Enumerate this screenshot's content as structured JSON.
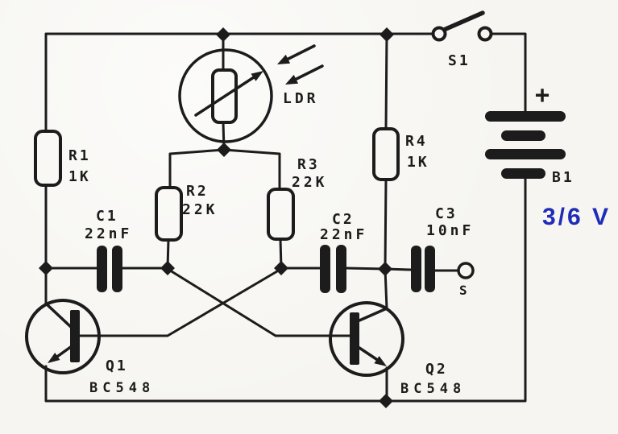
{
  "components": {
    "r1": {
      "ref": "R1",
      "value": "1K"
    },
    "r2": {
      "ref": "R2",
      "value": "22K"
    },
    "r3": {
      "ref": "R3",
      "value": "22K"
    },
    "r4": {
      "ref": "R4",
      "value": "1K"
    },
    "c1": {
      "ref": "C1",
      "value": "22nF"
    },
    "c2": {
      "ref": "C2",
      "value": "22nF"
    },
    "c3": {
      "ref": "C3",
      "value": "10nF"
    },
    "ldr": {
      "ref": "LDR"
    },
    "q1": {
      "ref": "Q1",
      "part": "BC548"
    },
    "q2": {
      "ref": "Q2",
      "part": "BC548"
    },
    "s1": {
      "ref": "S1"
    },
    "b1": {
      "ref": "B1",
      "polarity": "+",
      "voltage": "3/6 V"
    },
    "output": {
      "ref": "S"
    }
  },
  "colors": {
    "ink": "#1c1c1c",
    "paper": "#f6f5f1",
    "voltage_label": "#1f2cb8"
  }
}
